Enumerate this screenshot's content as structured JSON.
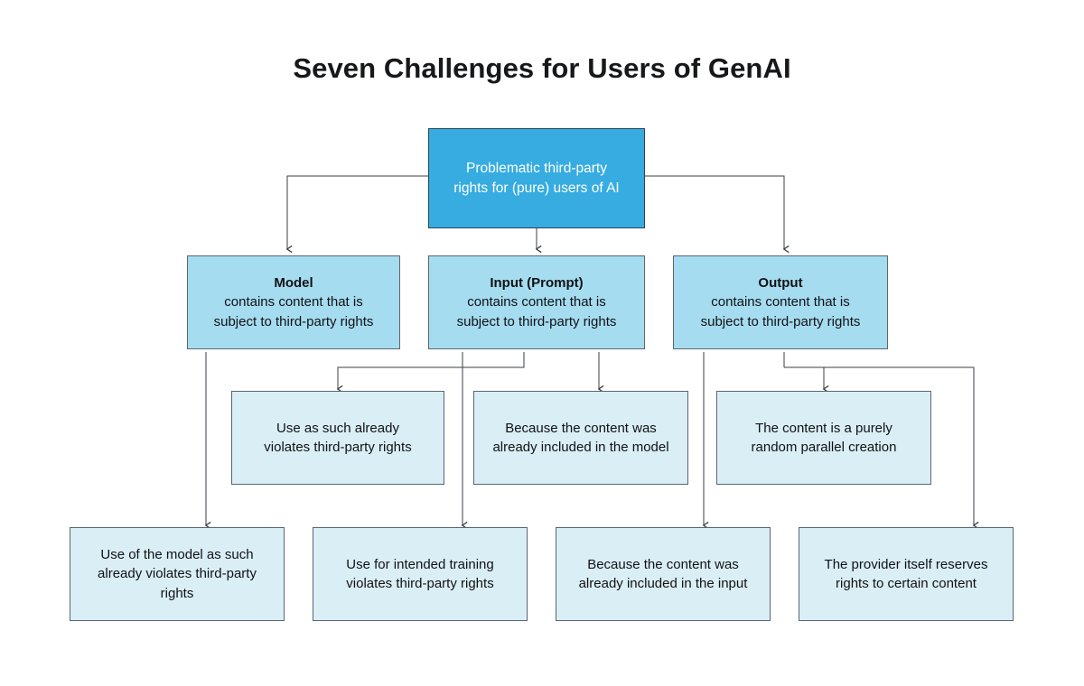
{
  "page": {
    "title": "Seven Challenges for Users of GenAI",
    "background": "#ffffff"
  },
  "colors": {
    "root_fill": "#36ace0",
    "root_text": "#ffffff",
    "mid_fill": "#a6dcf0",
    "leaf_fill": "#daeef6",
    "box_border": "#5b6670",
    "connector": "#3a3f44",
    "title_text": "#17181a"
  },
  "diagram": {
    "type": "tree-flowchart",
    "root": {
      "id": "root",
      "lines": [
        "Problematic third-party",
        "rights for (pure) users of AI"
      ]
    },
    "level2": [
      {
        "id": "model",
        "heading": "Model",
        "lines": [
          "contains content that is",
          "subject to third-party rights"
        ]
      },
      {
        "id": "input",
        "heading": "Input (Prompt)",
        "lines": [
          "contains content that is",
          "subject to third-party rights"
        ]
      },
      {
        "id": "output",
        "heading": "Output",
        "lines": [
          "contains content that is",
          "subject to third-party rights"
        ]
      }
    ],
    "level3": [
      {
        "id": "leaf-use-as-such",
        "lines": [
          "Use as such already",
          "violates third-party rights"
        ]
      },
      {
        "id": "leaf-included-in-model",
        "lines": [
          "Because the content was",
          "already included in the model"
        ]
      },
      {
        "id": "leaf-parallel-creation",
        "lines": [
          "The content is a purely",
          "random parallel creation"
        ]
      }
    ],
    "level4": [
      {
        "id": "leaf-use-of-model",
        "lines": [
          "Use of the model as such",
          "already violates third-party",
          "rights"
        ]
      },
      {
        "id": "leaf-intended-training",
        "lines": [
          "Use for intended training",
          "violates third-party rights"
        ]
      },
      {
        "id": "leaf-included-in-input",
        "lines": [
          "Because the content was",
          "already included in the input"
        ]
      },
      {
        "id": "leaf-provider-reserves",
        "lines": [
          "The provider itself reserves",
          "rights to certain content"
        ]
      }
    ]
  }
}
